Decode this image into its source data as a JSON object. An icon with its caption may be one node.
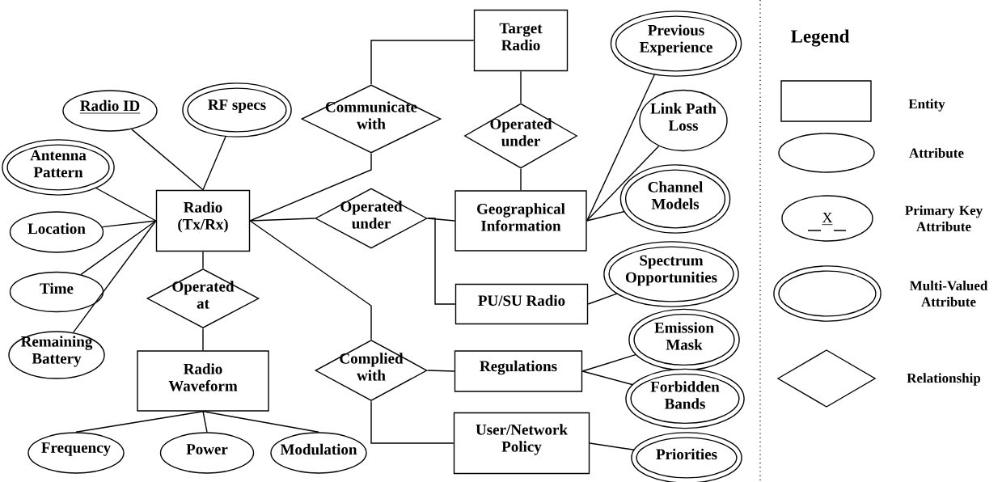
{
  "diagram": {
    "nodes": [
      {
        "text": [
          "Target Radio"
        ]
      },
      {
        "text": [
          "Previous Experience"
        ]
      },
      {
        "text": [
          "Radio ID"
        ]
      },
      {
        "text": [
          "RF specs"
        ]
      },
      {
        "text": [
          "Communicate with"
        ]
      },
      {
        "text": [
          "Operated under"
        ]
      },
      {
        "text": [
          "Link Path Loss"
        ]
      },
      {
        "text": [
          "Antenna Pattern"
        ]
      },
      {
        "text": [
          "Radio (Tx/Rx)"
        ]
      },
      {
        "text": [
          "Operated under"
        ]
      },
      {
        "text": [
          "Geographical Information"
        ]
      },
      {
        "text": [
          "Channel Models"
        ]
      },
      {
        "text": [
          "Location"
        ]
      },
      {
        "text": [
          "Operated at"
        ]
      },
      {
        "text": [
          "Time"
        ]
      },
      {
        "text": [
          "Spectrum Opportunities"
        ]
      },
      {
        "text": [
          "PU/SU Radio"
        ]
      },
      {
        "text": [
          "Remaining Battery"
        ]
      },
      {
        "text": [
          "Radio Waveform"
        ]
      },
      {
        "text": [
          "Emission Mask"
        ]
      },
      {
        "text": [
          "Complied with"
        ]
      },
      {
        "text": [
          "Regulations"
        ]
      },
      {
        "text": [
          "Forbidden Bands"
        ]
      },
      {
        "text": [
          "User/Network Policy"
        ]
      },
      {
        "text": [
          "Frequency"
        ]
      },
      {
        "text": [
          "Power"
        ]
      },
      {
        "text": [
          "Modulation"
        ]
      },
      {
        "text": [
          "Priorities"
        ]
      }
    ],
    "edges": [
      {
        "from": 4,
        "to": 0,
        "arrow": "none"
      },
      {
        "from": 8,
        "to": 4,
        "arrow": "none"
      },
      {
        "from": 5,
        "to": 0,
        "arrow": "none"
      },
      {
        "from": 5,
        "to": 10,
        "arrow": "none"
      },
      {
        "from": 1,
        "to": 10,
        "arrow": "none"
      },
      {
        "from": 6,
        "to": 10,
        "arrow": "none"
      },
      {
        "from": 11,
        "to": 10,
        "arrow": "none"
      },
      {
        "from": 2,
        "to": 8,
        "arrow": "none"
      },
      {
        "from": 3,
        "to": 8,
        "arrow": "none"
      },
      {
        "from": 7,
        "to": 8,
        "arrow": "none"
      },
      {
        "from": 12,
        "to": 8,
        "arrow": "none"
      },
      {
        "from": 14,
        "to": 8,
        "arrow": "none"
      },
      {
        "from": 17,
        "to": 8,
        "arrow": "none"
      },
      {
        "from": 8,
        "to": 9,
        "arrow": "none"
      },
      {
        "from": 9,
        "to": 10,
        "arrow": "none"
      },
      {
        "from": 9,
        "to": 16,
        "arrow": "none"
      },
      {
        "from": 16,
        "to": 15,
        "arrow": "none"
      },
      {
        "from": 8,
        "to": 13,
        "arrow": "none"
      },
      {
        "from": 13,
        "to": 18,
        "arrow": "none"
      },
      {
        "from": 18,
        "to": 24,
        "arrow": "none"
      },
      {
        "from": 18,
        "to": 25,
        "arrow": "none"
      },
      {
        "from": 18,
        "to": 26,
        "arrow": "none"
      },
      {
        "from": 8,
        "to": 20,
        "arrow": "none"
      },
      {
        "from": 20,
        "to": 21,
        "arrow": "none"
      },
      {
        "from": 20,
        "to": 23,
        "arrow": "none"
      },
      {
        "from": 21,
        "to": 19,
        "arrow": "none"
      },
      {
        "from": 21,
        "to": 22,
        "arrow": "none"
      },
      {
        "from": 23,
        "to": 27,
        "arrow": "none"
      }
    ],
    "labels": [
      "Legend",
      "X"
    ],
    "legend": [
      {
        "text": "Entity"
      },
      {
        "text": "Attribute"
      },
      {
        "text": "Primary Key Attribute"
      },
      {
        "text": "Multi-Valued Attribute"
      },
      {
        "text": "Relationship"
      }
    ]
  }
}
